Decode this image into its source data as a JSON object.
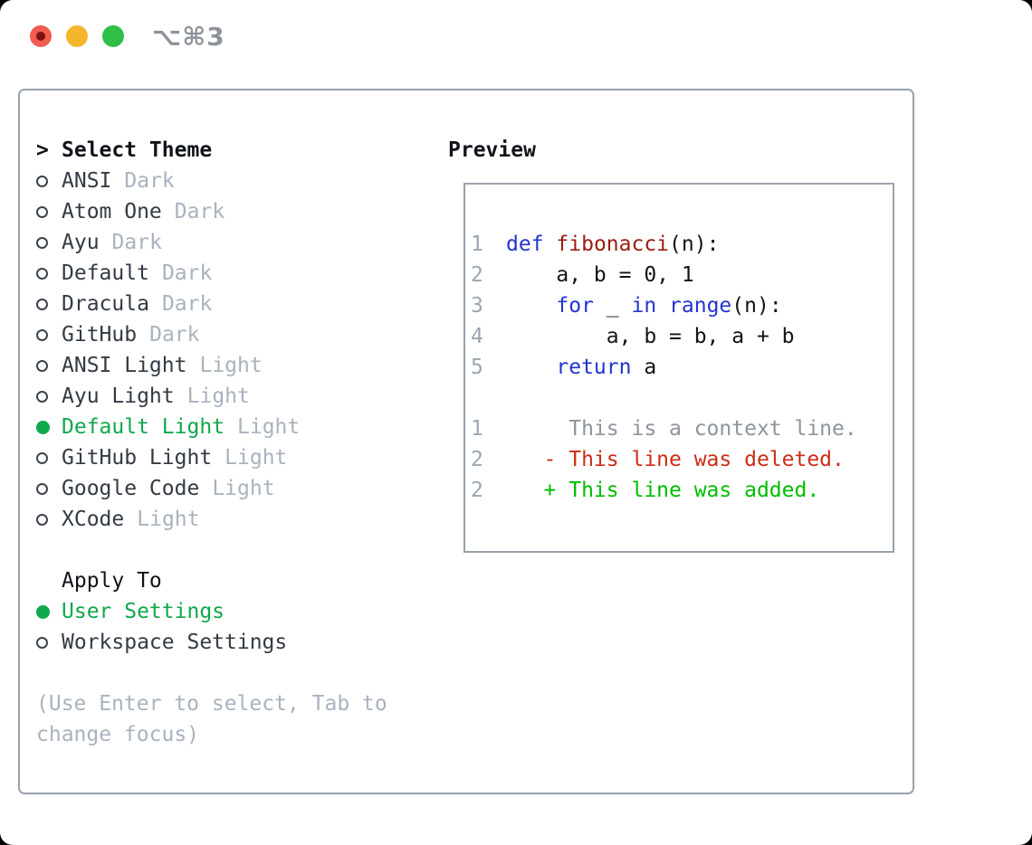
{
  "window": {
    "shortcut_label": "⌥⌘3"
  },
  "theme_panel": {
    "header_marker": ">",
    "header": "Select Theme",
    "items": [
      {
        "name": "ANSI",
        "badge": "Dark",
        "selected": false
      },
      {
        "name": "Atom One",
        "badge": "Dark",
        "selected": false
      },
      {
        "name": "Ayu",
        "badge": "Dark",
        "selected": false
      },
      {
        "name": "Default",
        "badge": "Dark",
        "selected": false
      },
      {
        "name": "Dracula",
        "badge": "Dark",
        "selected": false
      },
      {
        "name": "GitHub",
        "badge": "Dark",
        "selected": false
      },
      {
        "name": "ANSI Light",
        "badge": "Light",
        "selected": false
      },
      {
        "name": "Ayu Light",
        "badge": "Light",
        "selected": false
      },
      {
        "name": "Default Light",
        "badge": "Light",
        "selected": true
      },
      {
        "name": "GitHub Light",
        "badge": "Light",
        "selected": false
      },
      {
        "name": "Google Code",
        "badge": "Light",
        "selected": false
      },
      {
        "name": "XCode",
        "badge": "Light",
        "selected": false
      }
    ]
  },
  "apply_panel": {
    "header": "Apply To",
    "options": [
      {
        "label": "User Settings",
        "selected": true
      },
      {
        "label": "Workspace Settings",
        "selected": false
      }
    ]
  },
  "hint": {
    "line1": "(Use Enter to select, Tab to",
    "line2": "change focus)"
  },
  "preview": {
    "header": "Preview",
    "code_lines": [
      {
        "num": "1",
        "segs": [
          "def",
          " ",
          "fibonacci",
          "(n):"
        ]
      },
      {
        "num": "2",
        "segs": [
          "    a, b = 0, 1"
        ]
      },
      {
        "num": "3",
        "segs": [
          "    ",
          "for",
          " _ ",
          "in",
          " ",
          "range",
          "(n):"
        ]
      },
      {
        "num": "4",
        "segs": [
          "        a, b = b, a + b"
        ]
      },
      {
        "num": "5",
        "segs": [
          "    ",
          "return",
          " a"
        ]
      }
    ],
    "diff_lines": [
      {
        "num": "1",
        "text": "     This is a context line."
      },
      {
        "num": "2",
        "text": "   - This line was deleted."
      },
      {
        "num": "2",
        "text": "   + This line was added."
      }
    ]
  },
  "colors": {
    "accent_green": "#0fa84b",
    "added_green": "#00bd00",
    "deleted_red": "#cc2d16",
    "keyword_blue": "#2333d0",
    "function_red": "#9c1c10",
    "badge_gray": "#a9b2bf",
    "line_number_gray": "#9aa6b2",
    "context_gray": "#8d949e",
    "border_gray": "#99a2ad",
    "traffic_red": "#f15b50",
    "traffic_yellow": "#f6b62c",
    "traffic_green": "#2fbf48"
  }
}
